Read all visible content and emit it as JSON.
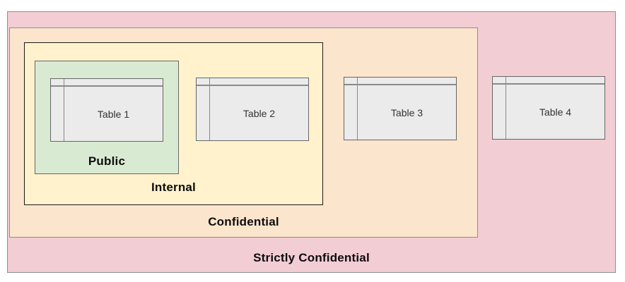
{
  "diagram": {
    "type": "nested-zones",
    "description_note": "Data classification zones nested outer to inner",
    "nesting_order_outer_to_inner": [
      "Strictly Confidential",
      "Confidential",
      "Internal",
      "Public"
    ],
    "zones": [
      {
        "id": "strictly-confidential",
        "label": "Strictly Confidential",
        "fill": "#f2cdd3",
        "border_color": "#8f8f8f"
      },
      {
        "id": "confidential",
        "label": "Confidential",
        "fill": "#fce5cd",
        "border_color": "#8f8f8f"
      },
      {
        "id": "internal",
        "label": "Internal",
        "fill": "#fff2cc",
        "border_color": "#1a1a1a"
      },
      {
        "id": "public",
        "label": "Public",
        "fill": "#d9ead3",
        "border_color": "#666666"
      }
    ],
    "tables": [
      {
        "label": "Table 1",
        "zone": "Public"
      },
      {
        "label": "Table 2",
        "zone": "Internal"
      },
      {
        "label": "Table 3",
        "zone": "Confidential"
      },
      {
        "label": "Table 4",
        "zone": "Strictly Confidential"
      }
    ],
    "table_icon_style": {
      "fill": "#ebebeb",
      "border_color": "#666666",
      "grid_line_color": "#8a8a8a"
    },
    "label_color": "#0d0d0d",
    "table_label_color": "#333333"
  }
}
